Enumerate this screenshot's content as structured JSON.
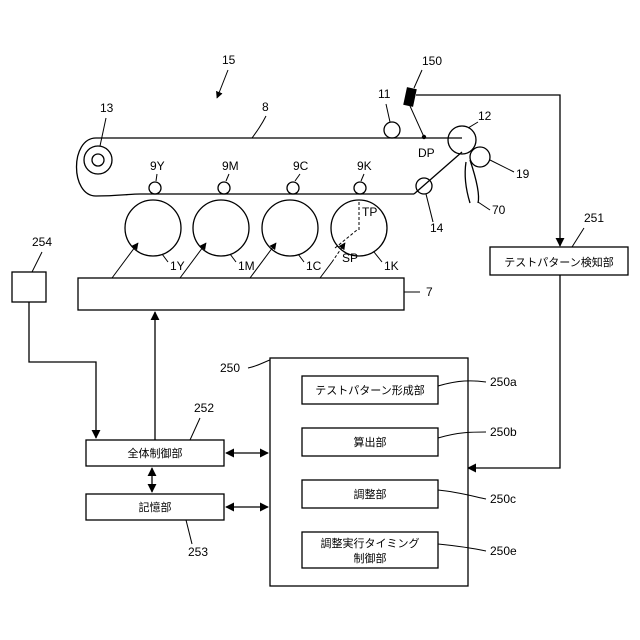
{
  "refs": {
    "apparatus": "15",
    "belt": "8",
    "roller_left": "13",
    "roller_top": "11",
    "sensor": "150",
    "roller_right": "12",
    "roller_19": "19",
    "sheet": "70",
    "roller_14": "14",
    "detection_point": "DP",
    "transfer_9y": "9Y",
    "transfer_9m": "9M",
    "transfer_9c": "9C",
    "transfer_9k": "9K",
    "drum_1y": "1Y",
    "drum_1m": "1M",
    "drum_1c": "1C",
    "drum_1k": "1K",
    "tp": "TP",
    "sp": "SP",
    "exposure": "7",
    "sensor_box_ref": "251",
    "ext_device": "254",
    "controller_ref": "250",
    "main_ctrl_ref": "252",
    "storage_ref": "253",
    "pattern_form_ref": "250a",
    "calc_ref": "250b",
    "adjust_ref": "250c",
    "timing_ref": "250e"
  },
  "boxes": {
    "test_pattern_detector": "テストパターン検知部",
    "main_controller": "全体制御部",
    "storage": "記憶部",
    "test_pattern_former": "テストパターン形成部",
    "calculator": "算出部",
    "adjuster": "調整部",
    "timing_line1": "調整実行タイミング",
    "timing_line2": "制御部"
  }
}
